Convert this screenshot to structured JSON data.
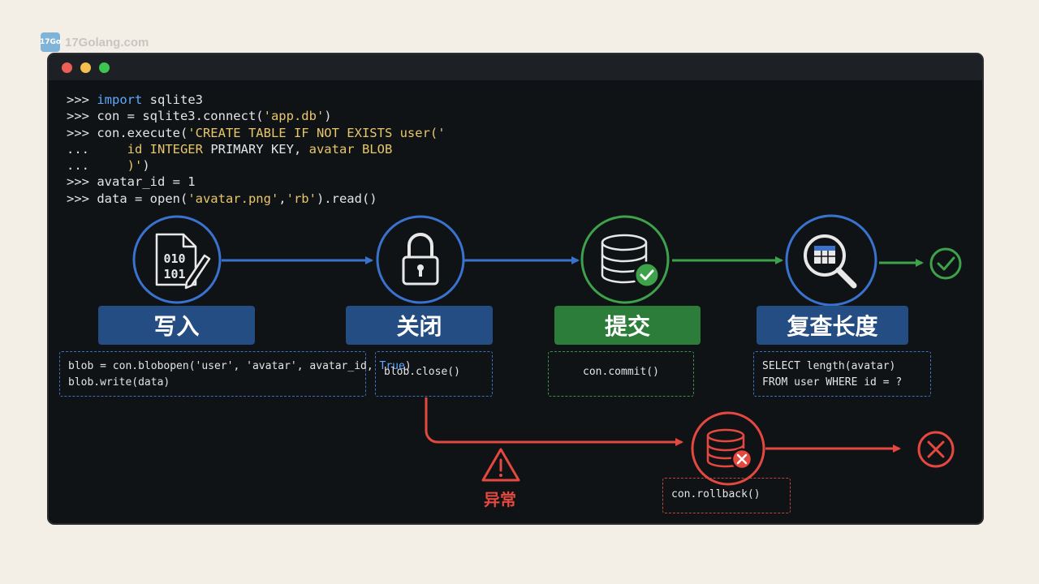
{
  "watermark": {
    "brand": "17Golang.com",
    "logo_text": "17Go"
  },
  "console": {
    "lines": [
      [
        {
          "t": ">>> "
        },
        {
          "t": "import",
          "c": "kw"
        },
        {
          "t": " sqlite3"
        }
      ],
      [
        {
          "t": ">>> con = sqlite3.connect("
        },
        {
          "t": "'app.db'",
          "c": "str"
        },
        {
          "t": ")"
        }
      ],
      [
        {
          "t": ">>> con.execute("
        },
        {
          "t": "'CREATE TABLE IF NOT EXISTS user('",
          "c": "str"
        }
      ],
      [
        {
          "t": "...     "
        },
        {
          "t": "id INTEGER",
          "c": "str"
        },
        {
          "t": " PRIMARY KEY, "
        },
        {
          "t": "avatar BLOB",
          "c": "str"
        }
      ],
      [
        {
          "t": "...     "
        },
        {
          "t": ")'",
          "c": "str"
        },
        {
          "t": ")"
        }
      ],
      [
        {
          "t": ">>> avatar_id = 1"
        }
      ],
      [
        {
          "t": ">>> data = open("
        },
        {
          "t": "'avatar.png'",
          "c": "str"
        },
        {
          "t": ","
        },
        {
          "t": "'rb'",
          "c": "str"
        },
        {
          "t": ").read()"
        }
      ]
    ]
  },
  "steps": [
    {
      "icon": "binary-file-icon",
      "label": "写入",
      "code": [
        [
          {
            "t": "blob = con.blobopen('user', 'avatar', avatar_id, "
          },
          {
            "t": "True",
            "c": "kw"
          },
          {
            "t": ")"
          }
        ],
        [
          {
            "t": "blob.write(data)"
          }
        ]
      ]
    },
    {
      "icon": "lock-icon",
      "label": "关闭",
      "code": [
        [
          {
            "t": "blob.close()"
          }
        ]
      ]
    },
    {
      "icon": "database-check-icon",
      "label": "提交",
      "code": [
        [
          {
            "t": "con.commit()"
          }
        ]
      ]
    },
    {
      "icon": "table-search-icon",
      "label": "复查长度",
      "code": [
        [
          {
            "t": "SELECT length(avatar)"
          }
        ],
        [
          {
            "t": "FROM user WHERE id = ?"
          }
        ]
      ]
    }
  ],
  "exception": {
    "label": "异常",
    "rollback_code": "con.rollback()",
    "warning_icon": "warning-icon",
    "rollback_icon": "database-x-icon",
    "fail_icon": "x-circle-icon"
  },
  "success_icon": "check-circle-icon",
  "colors": {
    "blue": "#3a73cf",
    "green": "#3da24a",
    "red": "#e5483f",
    "label_blue": "#244d83",
    "label_green": "#2b7d39",
    "string": "#e8c66a",
    "keyword": "#5fa8ff"
  }
}
